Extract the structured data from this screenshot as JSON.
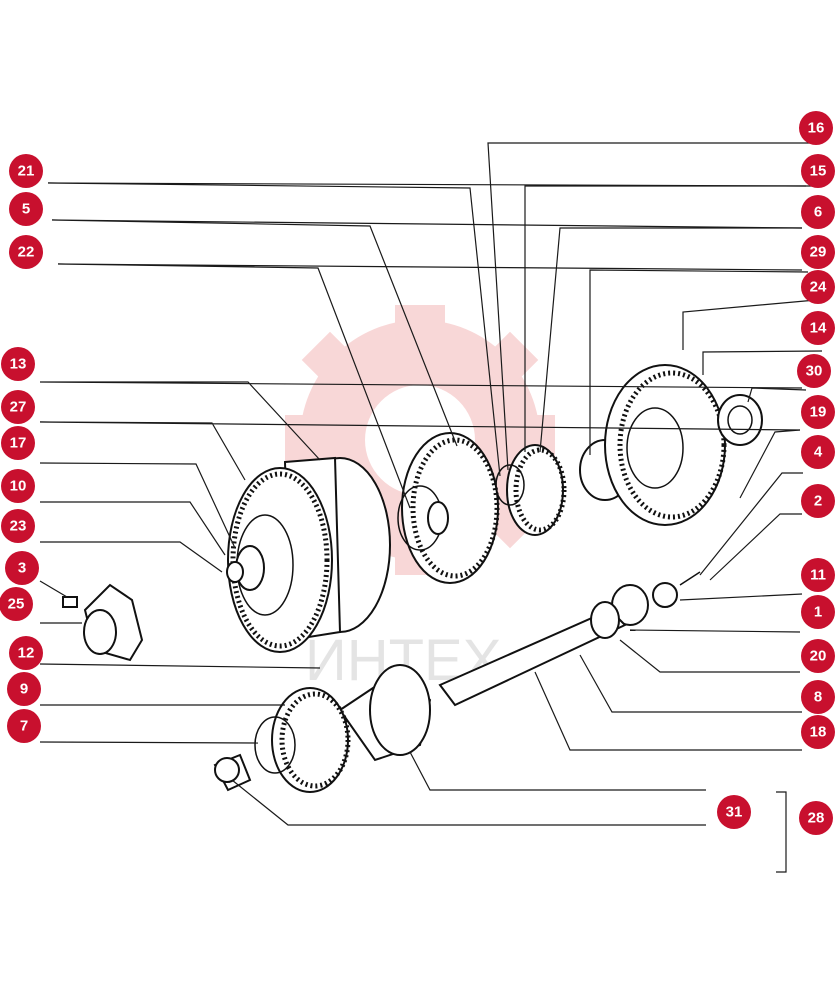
{
  "watermark": {
    "text": "ИНТЕХ",
    "color": "#f4b7b7"
  },
  "callouts": [
    {
      "id": "c16",
      "label": "16"
    },
    {
      "id": "c21",
      "label": "21"
    },
    {
      "id": "c15",
      "label": "15"
    },
    {
      "id": "c5",
      "label": "5"
    },
    {
      "id": "c6",
      "label": "6"
    },
    {
      "id": "c22",
      "label": "22"
    },
    {
      "id": "c29",
      "label": "29"
    },
    {
      "id": "c24",
      "label": "24"
    },
    {
      "id": "c14",
      "label": "14"
    },
    {
      "id": "c13",
      "label": "13"
    },
    {
      "id": "c30",
      "label": "30"
    },
    {
      "id": "c27",
      "label": "27"
    },
    {
      "id": "c19",
      "label": "19"
    },
    {
      "id": "c17",
      "label": "17"
    },
    {
      "id": "c4",
      "label": "4"
    },
    {
      "id": "c10",
      "label": "10"
    },
    {
      "id": "c2",
      "label": "2"
    },
    {
      "id": "c23",
      "label": "23"
    },
    {
      "id": "c3",
      "label": "3"
    },
    {
      "id": "c11",
      "label": "11"
    },
    {
      "id": "c25",
      "label": "25"
    },
    {
      "id": "c1",
      "label": "1"
    },
    {
      "id": "c12",
      "label": "12"
    },
    {
      "id": "c20",
      "label": "20"
    },
    {
      "id": "c9",
      "label": "9"
    },
    {
      "id": "c8",
      "label": "8"
    },
    {
      "id": "c7",
      "label": "7"
    },
    {
      "id": "c18",
      "label": "18"
    },
    {
      "id": "c31",
      "label": "31"
    },
    {
      "id": "c28",
      "label": "28"
    }
  ],
  "colors": {
    "badge": "#c8102e",
    "line": "#1a1a1a"
  }
}
